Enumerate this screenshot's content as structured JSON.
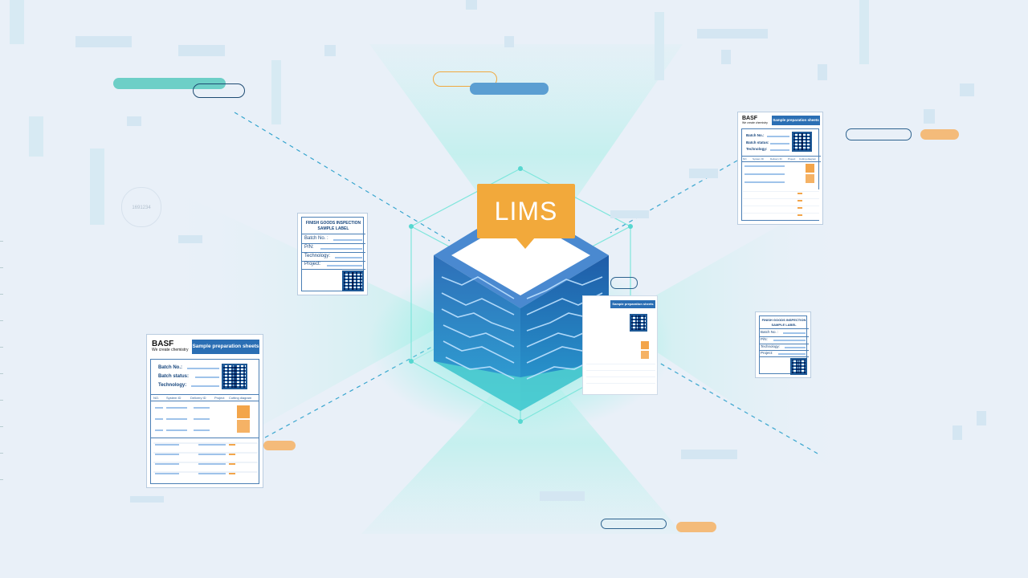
{
  "center": {
    "label": "LIMS"
  },
  "brand": {
    "name": "BASF",
    "tagline": "We create chemistry"
  },
  "sample_sheet": {
    "title": "Sample preparation sheets",
    "fields": [
      "Batch No.:",
      "Batch status:",
      "Technology:"
    ],
    "columns": [
      "NO.",
      "System ID",
      "Delivery ID",
      "Project",
      "Cutting diagram"
    ]
  },
  "sample_label": {
    "title_line1": "FINISH GOODS INSPECTION",
    "title_line2": "SAMPLE LABEL",
    "fields": [
      "Batch No. :",
      "P/N:",
      "Technology:",
      "Project:"
    ]
  },
  "badge": {
    "code": "1691234"
  },
  "colors": {
    "accent_orange": "#f2a93b",
    "cube_blue": "#2f7fc8",
    "glow_teal": "#6fe3d8",
    "background": "#e9f0f8"
  }
}
